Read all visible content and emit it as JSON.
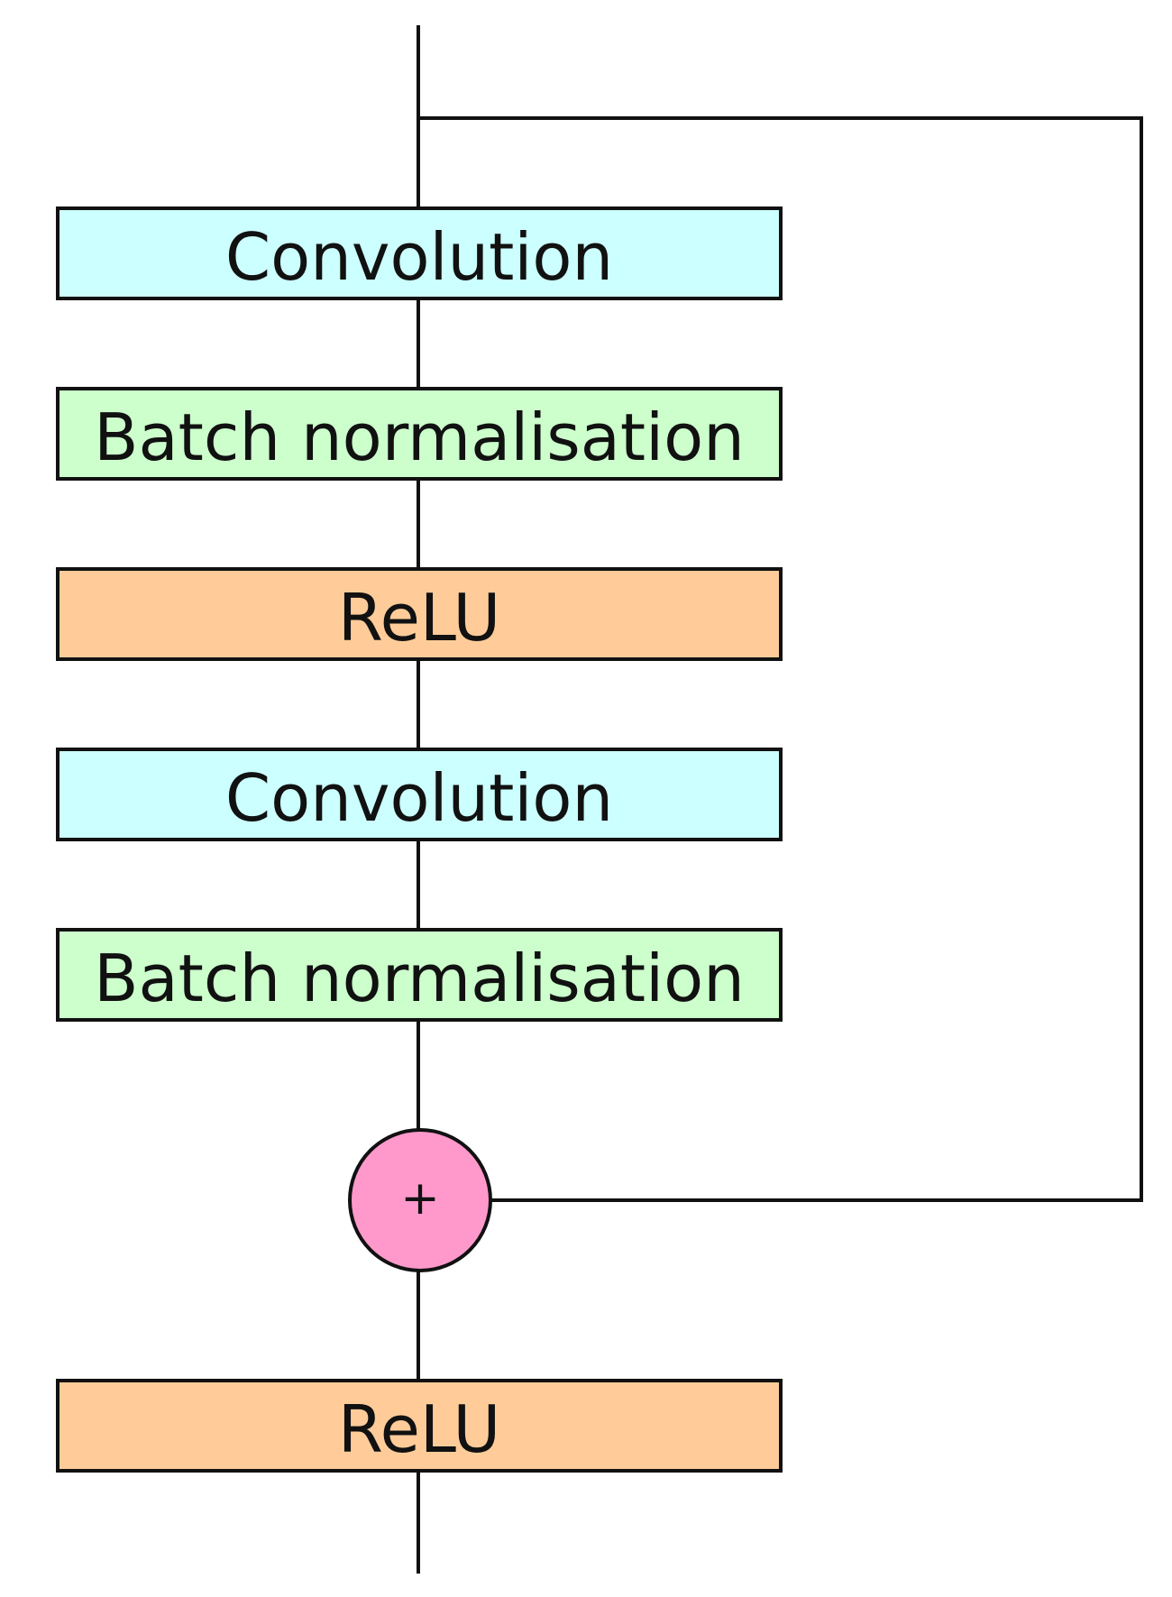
{
  "blocks": [
    {
      "label": "Convolution",
      "color": "#ccffff"
    },
    {
      "label": "Batch normalisation",
      "color": "#ccffcc"
    },
    {
      "label": "ReLU",
      "color": "#ffcc99"
    },
    {
      "label": "Convolution",
      "color": "#ccffff"
    },
    {
      "label": "Batch normalisation",
      "color": "#ccffcc"
    }
  ],
  "add_node": {
    "symbol": "+",
    "color": "#ff99cc"
  },
  "output_block": {
    "label": "ReLU",
    "color": "#ffcc99"
  },
  "line_color": "#111111"
}
